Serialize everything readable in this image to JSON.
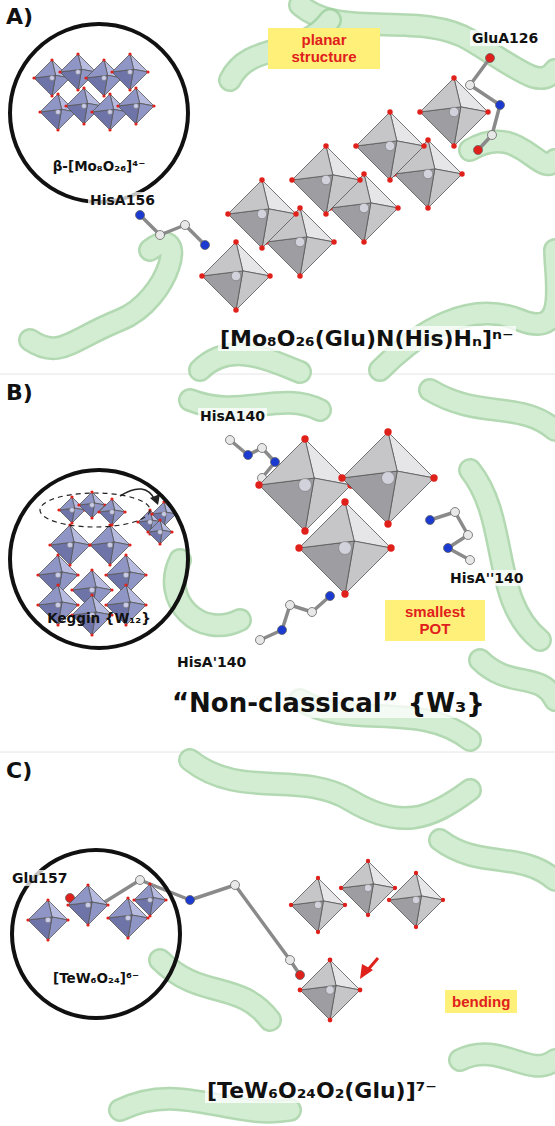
{
  "diagram": {
    "nodes": [
      {
        "text": [
          "β-[Mo₈O₂₆]⁴⁻"
        ]
      },
      {
        "text": [
          "planar structure"
        ]
      },
      {
        "text": [
          "Keggin {W₁₂}"
        ]
      },
      {
        "text": [
          "smallest POT"
        ]
      },
      {
        "text": [
          "[TeW₆O₂₄]⁶⁻"
        ]
      },
      {
        "text": [
          "bending"
        ]
      }
    ],
    "labels": [
      "A)",
      "GluA126",
      "HisA156",
      "[Mo₈O₂₆(Glu)N(His)Hₙ]ⁿ⁻",
      "B)",
      "HisA140",
      "HisA''140",
      "HisA'140",
      "“Non-classical” {W₃}",
      "C)",
      "Glu157",
      "[TeW₆O₂₄O₂(Glu)]⁷⁻"
    ]
  }
}
